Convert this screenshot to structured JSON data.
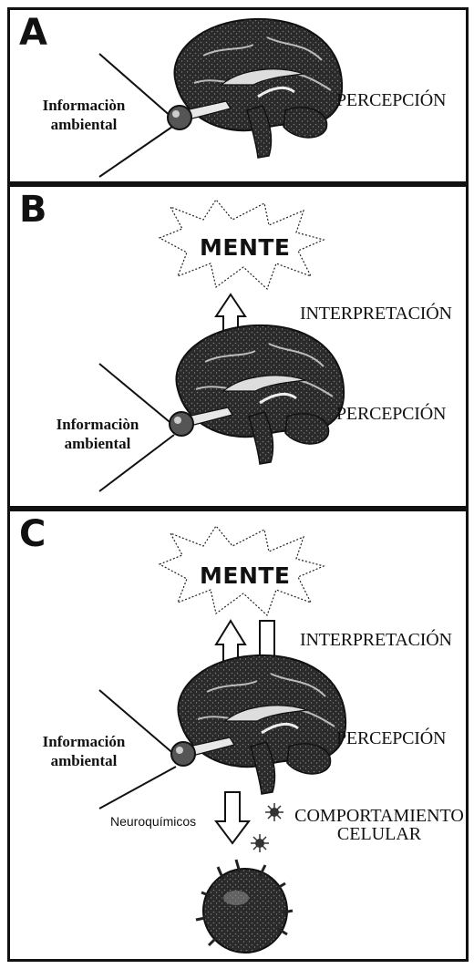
{
  "panels": [
    {
      "letter": "A",
      "info_label": [
        "Informaciòn",
        "ambiental"
      ],
      "perception": "PERCEPCIÓN"
    },
    {
      "letter": "B",
      "mind": "MENTE",
      "interpretation": "INTERPRETACIÓN",
      "info_label": [
        "Informaciòn",
        "ambiental"
      ],
      "perception": "PERCEPCIÓN"
    },
    {
      "letter": "C",
      "mind": "MENTE",
      "interpretation": "INTERPRETACIÓN",
      "info_label": [
        "Información",
        "ambiental"
      ],
      "perception": "PERCEPCIÓN",
      "neurochemicals": "Neuroquímicos",
      "cell_behavior": [
        "COMPORTAMIENTO",
        "CELULAR"
      ]
    }
  ]
}
